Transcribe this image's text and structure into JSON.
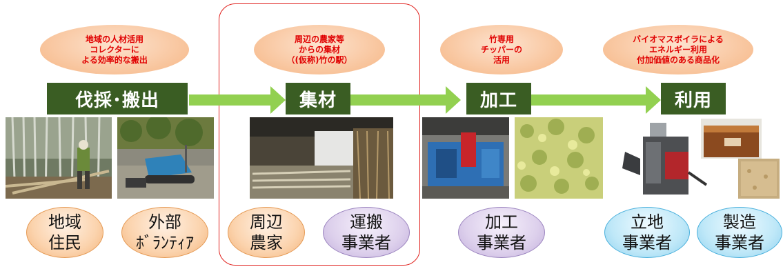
{
  "bubbles": {
    "b1": "地域の人材活用\nコレクターに\nよる効率的な搬出",
    "b2": "周辺の農家等\nからの集材\n（(仮称)竹の駅）",
    "b3": "竹専用\nチッパーの\n活用",
    "b4": "バイオマスボイラによる\nエネルギー利用\n付加価値のある商品化"
  },
  "stages": {
    "s1": "伐採･搬出",
    "s2": "集材",
    "s3": "加工",
    "s4": "利用"
  },
  "actors": {
    "a1": "地域\n住民",
    "a2": "外部\nﾎﾞﾗﾝﾃｨｱ",
    "a3": "周辺\n農家",
    "a4": "運搬\n事業者",
    "a5": "加工\n事業者",
    "a6": "立地\n事業者",
    "a7": "製造\n事業者"
  },
  "colors": {
    "stage_bg": "#3a5d23",
    "arrow": "#92d050",
    "bubble_text": "#e00000",
    "highlight_border": "#e0201c"
  }
}
